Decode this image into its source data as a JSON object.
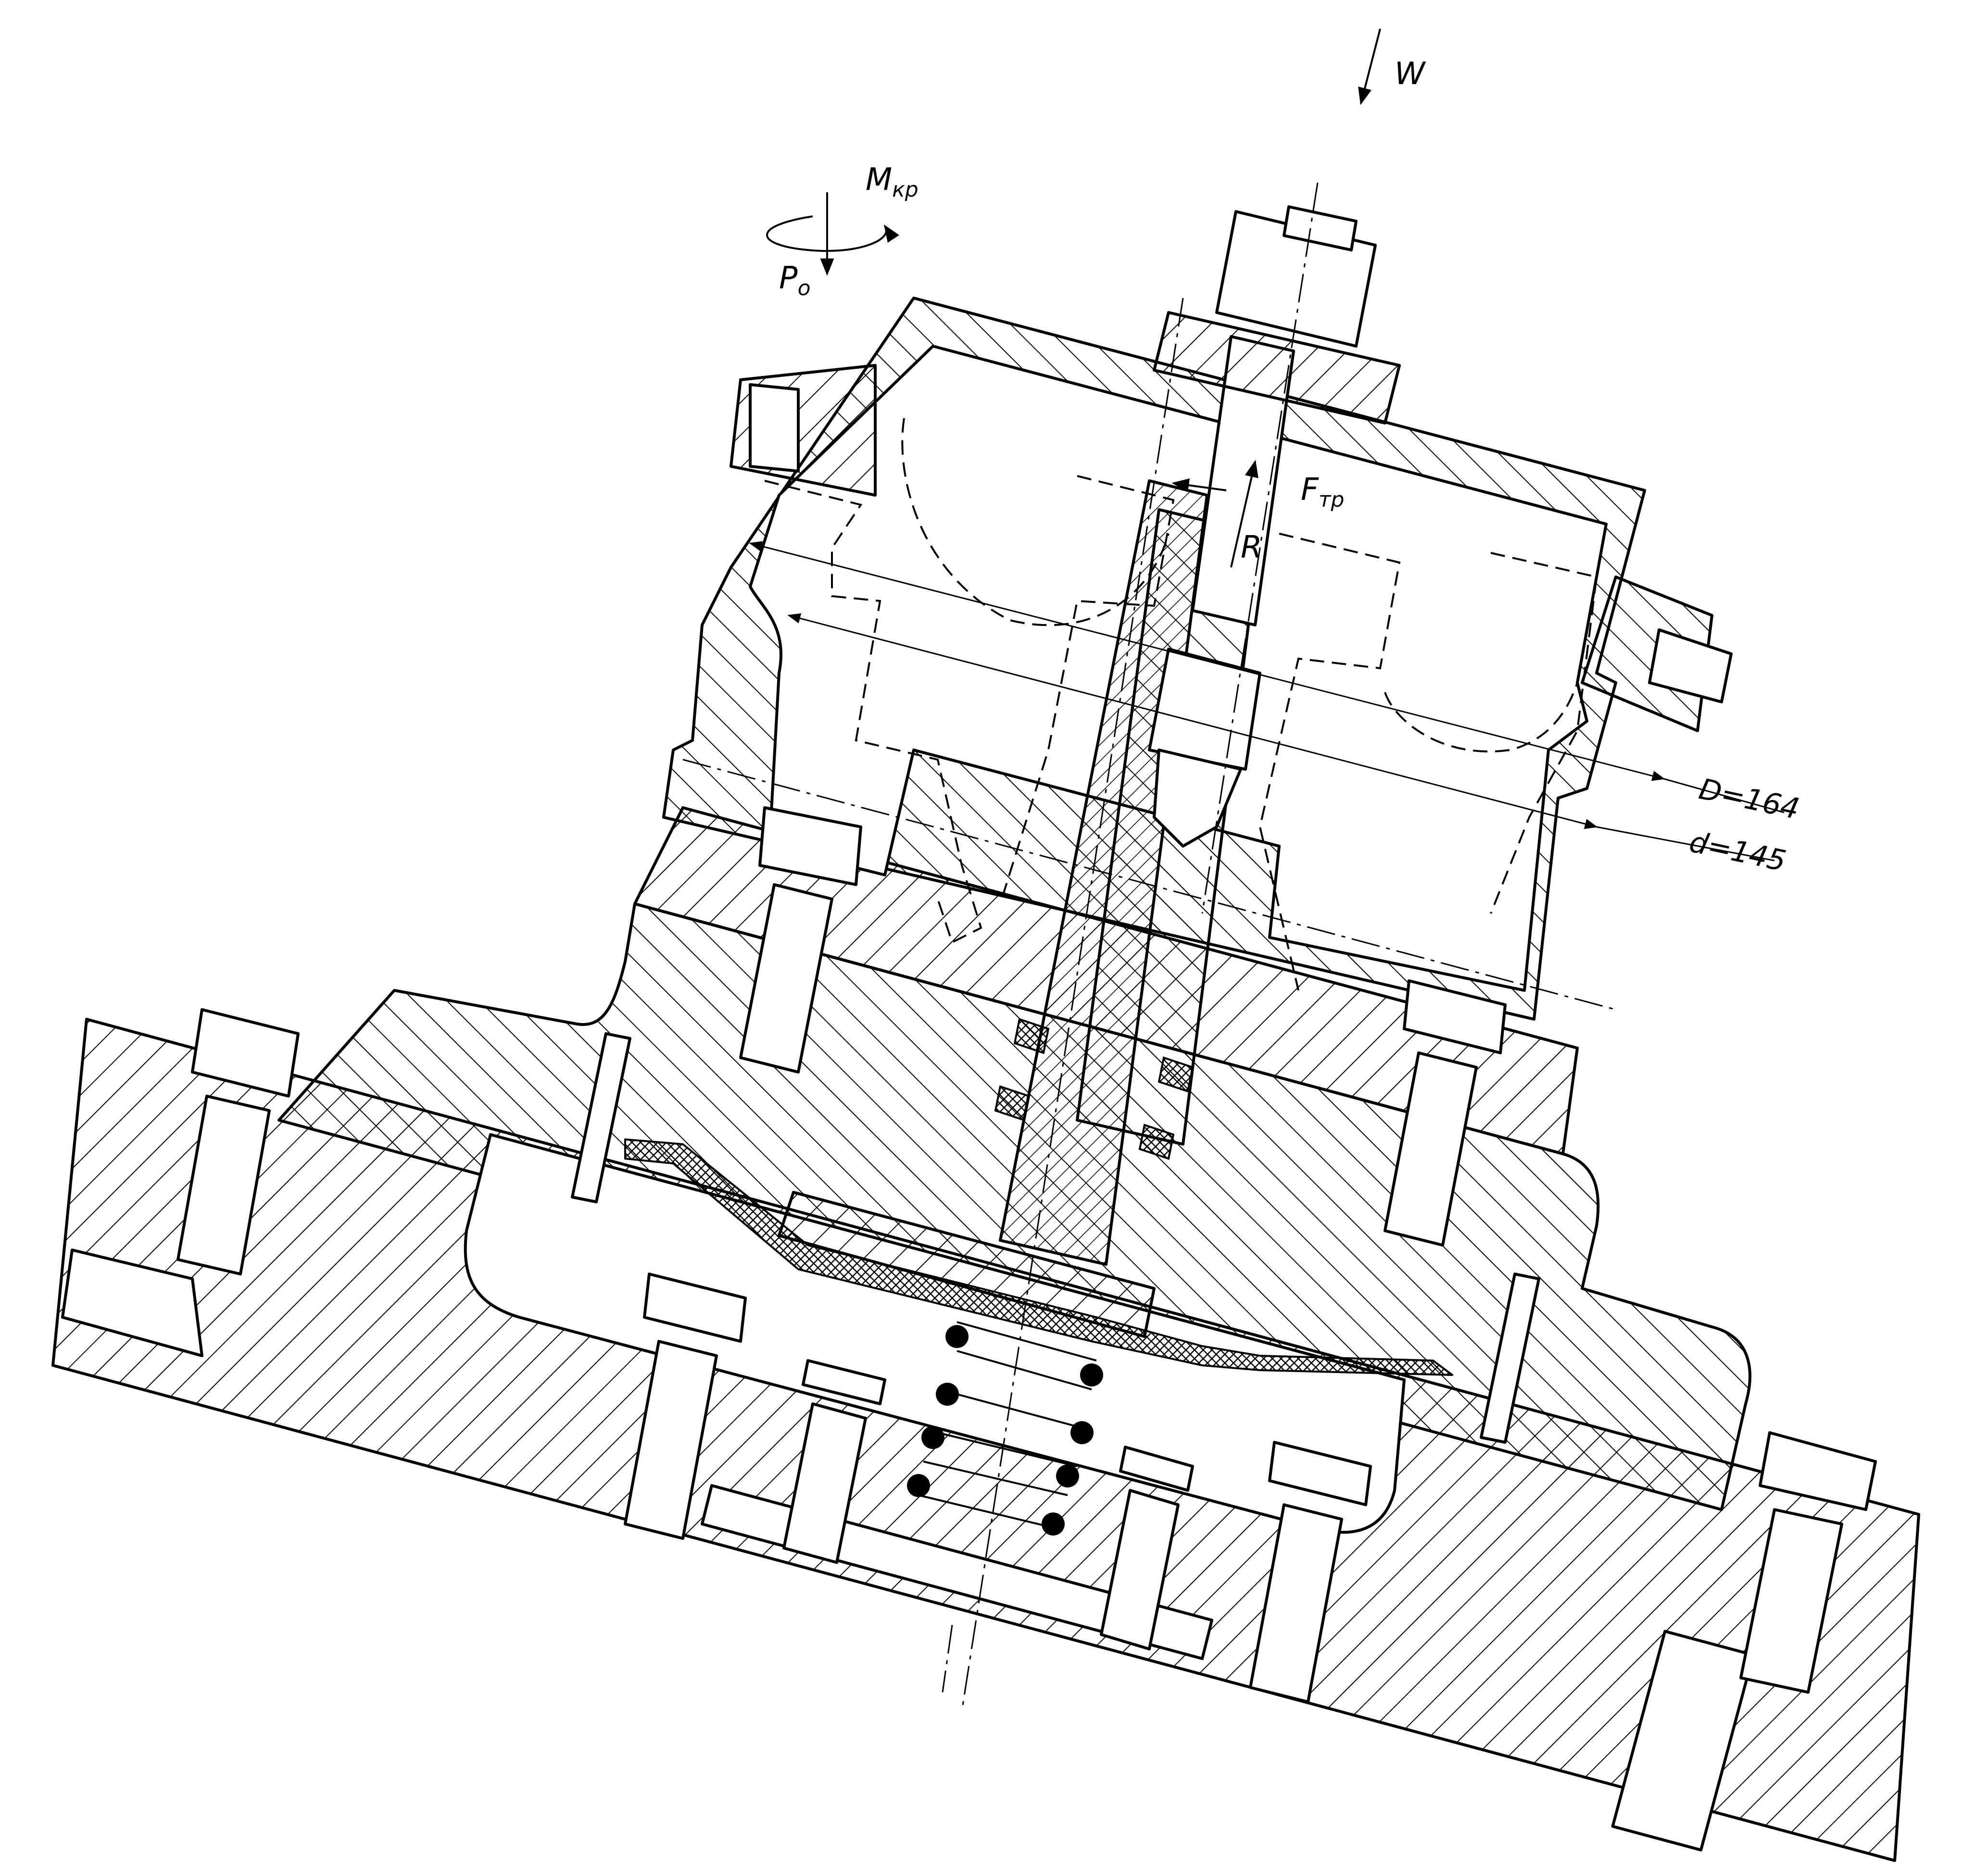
{
  "labels": {
    "w": "W",
    "mkp_main": "M",
    "mkp_sub": "кр",
    "po_main": "P",
    "po_sub": "o",
    "ftr_main": "F",
    "ftr_sub": "тр",
    "r": "R",
    "d_outer": "D=164",
    "d_inner": "d=145"
  },
  "colors": {
    "line": "#000000",
    "background": "#ffffff"
  }
}
